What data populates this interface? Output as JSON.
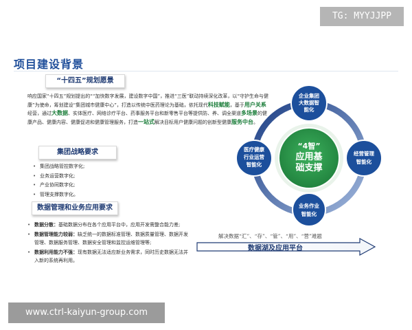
{
  "watermark_top": "TG: MYYJJPP",
  "watermark_bottom": "www.ctrl-kaiyun-group.com",
  "page_title": "项目建设背景",
  "sections": {
    "plan_title": "“十四五”规划愿景",
    "strategy_title": "集团战略要求",
    "data_title": "数据管理和业务应用要求"
  },
  "plan_text": {
    "p1": "响应国家“十四五”规划提出的“",
    "p2": "“加快数字发展，建设数字中国”，推进“三医”联动持续深化改革，",
    "p3": "以“守护生命与健康”为使命，筹划建设“集团城市健康中心”，打造以传统中医药理论为基础，依托",
    "p4": "现代",
    "p4b": "科技赋能",
    "p5": "，基于",
    "p5b": "用户关系",
    "p6": "经营，通过",
    "p6b": "大数据",
    "p7": "、实体医疗、网络诊疗平台、药事服务平台和",
    "p8": "新零售平台等提供防、养、调全渠道",
    "p8b": "多场景",
    "p9": "的健康产品、健康内容、健康促进和健康管理服务，打造",
    "p10b": "一站式",
    "p11": "解决目标用户健康问题的创新型健康",
    "p11b": "服务中台",
    "p12": "。"
  },
  "strategy_items": [
    "集团战略管控数字化;",
    "业务运营数字化;",
    "产业协同数字化;",
    "管理支撑数字化。"
  ],
  "data_items": [
    {
      "label": "数据分散：",
      "text": "基础数据分布在各个应用平台中，应用开发需整合能力差;"
    },
    {
      "label": "数据管理能力较弱：",
      "text": "缺乏统一的数据标准管理、数据质量管理、数据开发管理、数据服务管理、数据安全管理和监控运维管理等;"
    },
    {
      "label": "数据利用能力不强：",
      "text": "现有数据无法适应新业务需求，同时历史数据无法并入新的系统再利用。"
    }
  ],
  "diagram": {
    "center_line1": "“4智”",
    "center_line2": "应用基",
    "center_line3": "础支撑",
    "top_line1": "企业集团",
    "top_line2": "大数据智",
    "top_line3": "能化",
    "right_line1": "经营管理",
    "right_line2": "智能化",
    "bottom_line1": "业务作业",
    "bottom_line2": "智能化",
    "left_line1": "医疗健康",
    "left_line2": "行业运营",
    "left_line3": "智能化"
  },
  "caption": "解决数据“汇”、“存”、“管”、“用”、“营”难题",
  "arrow_label": "数据湖及应用平台",
  "colors": {
    "navy": "#1f3b73",
    "blue_ring": "#2f5aa8",
    "circle_blue": "#1c4f9c",
    "center_green": "#2a9a4a",
    "keyword_green": "#1b7d3a"
  }
}
